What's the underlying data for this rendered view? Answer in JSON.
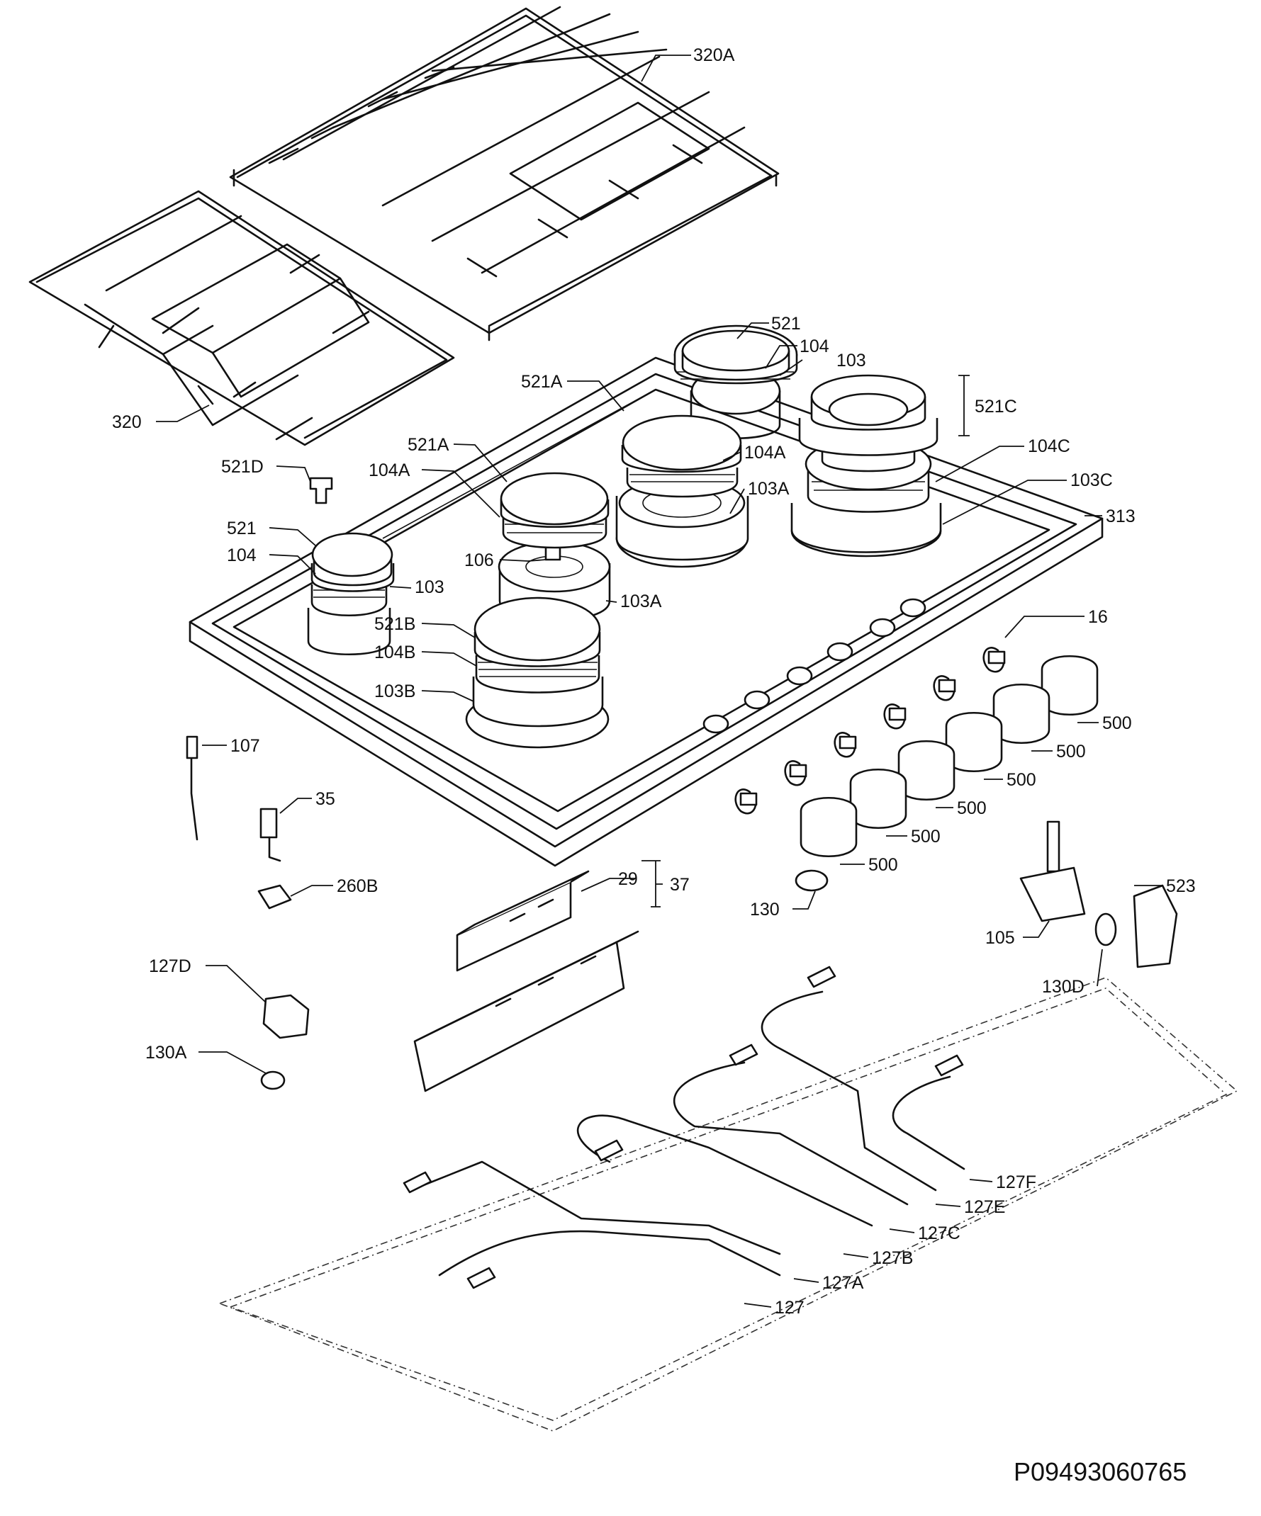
{
  "drawing_code": "P09493060765",
  "labels": {
    "l320A": "320A",
    "l320": "320",
    "l521_top": "521",
    "l104_top": "104",
    "l103_top": "103",
    "l521C": "521C",
    "l521A_mid": "521A",
    "l104C": "104C",
    "l104A_mid": "104A",
    "l103C": "103C",
    "l103A_mid": "103A",
    "l313": "313",
    "l521D": "521D",
    "l521A_left": "521A",
    "l104A_left": "104A",
    "l521_left": "521",
    "l104_left": "104",
    "l106": "106",
    "l103_left": "103",
    "l103A_left": "103A",
    "l521B": "521B",
    "l104B": "104B",
    "l103B": "103B",
    "l16": "16",
    "l500_1": "500",
    "l500_2": "500",
    "l500_3": "500",
    "l500_4": "500",
    "l500_5": "500",
    "l500_6": "500",
    "l107": "107",
    "l35": "35",
    "l260B": "260B",
    "l29": "29",
    "l37": "37",
    "l130": "130",
    "l523": "523",
    "l105": "105",
    "l127D": "127D",
    "l130D": "130D",
    "l130A": "130A",
    "l127F": "127F",
    "l127E": "127E",
    "l127C": "127C",
    "l127B": "127B",
    "l127A": "127A",
    "l127": "127"
  }
}
